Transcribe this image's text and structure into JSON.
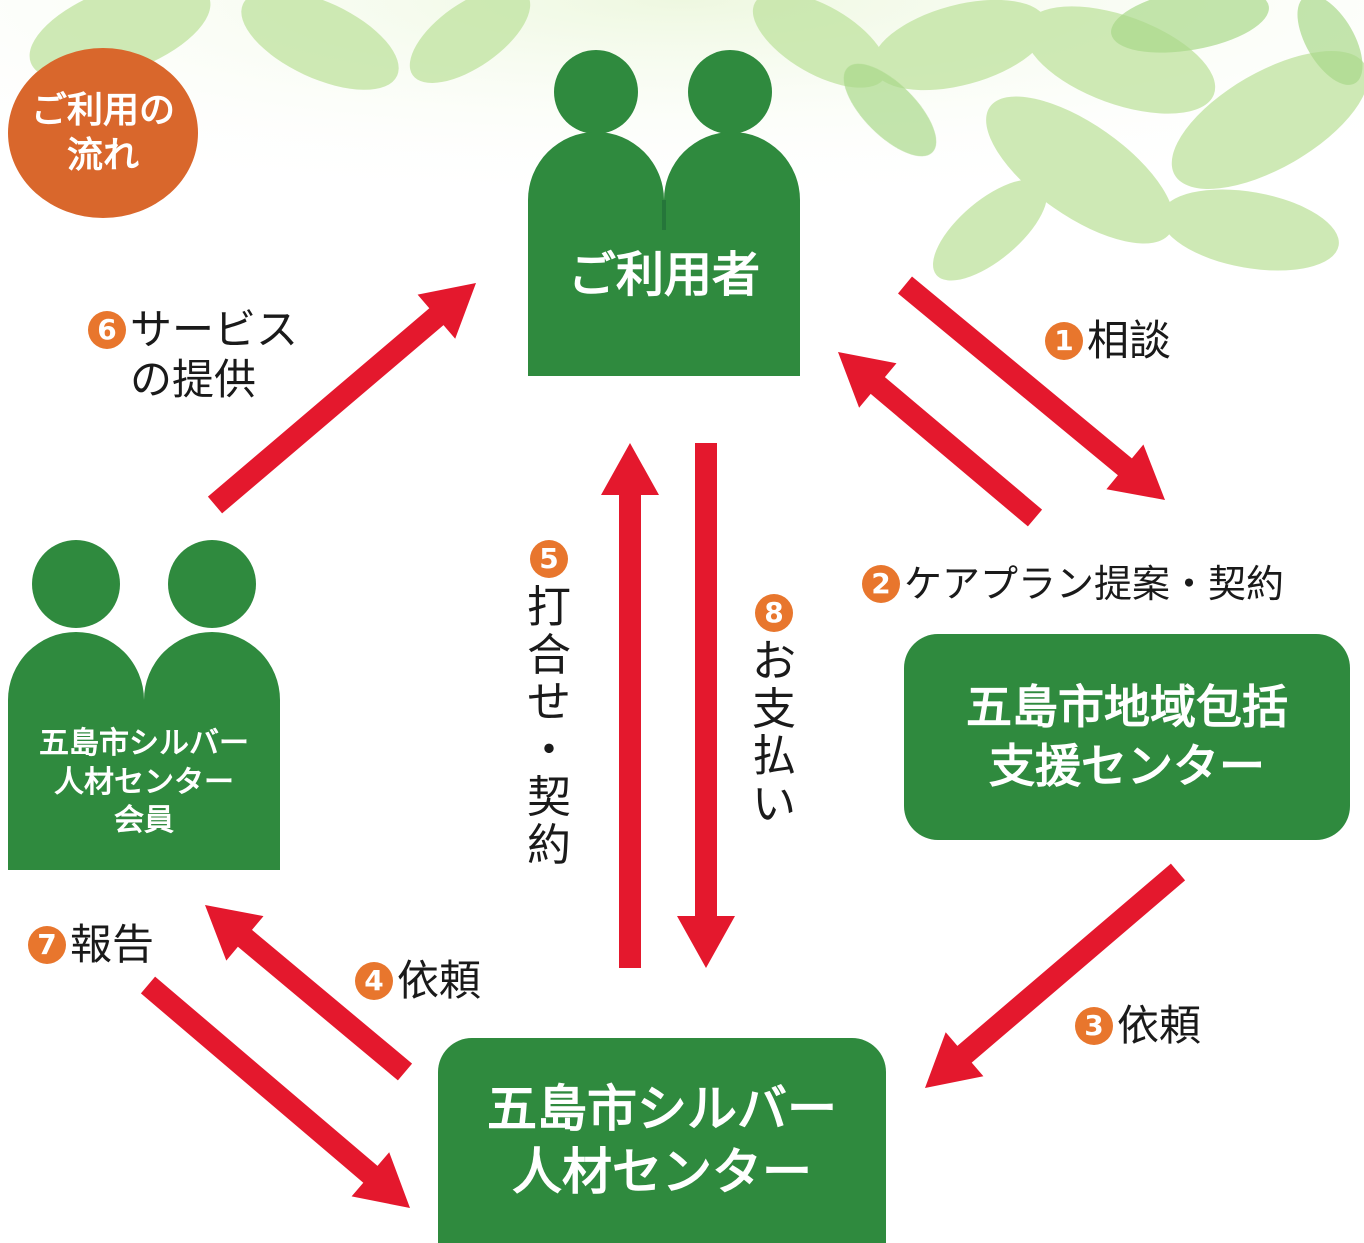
{
  "colors": {
    "green": "#2f8a3e",
    "arrow_red": "#e4182d",
    "badge_orange": "#e8762d",
    "leaf_light": "#c6e6a8"
  },
  "badge": {
    "text": "ご利用の\n流れ"
  },
  "nodes": {
    "user": {
      "label": "ご利用者"
    },
    "member": {
      "label": "五島市シルバー\n人材センター\n会員"
    },
    "support_center": {
      "label": "五島市地域包括\n支援センター"
    },
    "silver_center": {
      "label": "五島市シルバー\n人材センター"
    }
  },
  "steps": [
    {
      "num": "1",
      "text": "相談"
    },
    {
      "num": "2",
      "text": "ケアプラン提案・契約"
    },
    {
      "num": "3",
      "text": "依頼"
    },
    {
      "num": "4",
      "text": "依頼"
    },
    {
      "num": "5",
      "text": "打合せ・契約"
    },
    {
      "num": "6",
      "text": "サービス\nの提供"
    },
    {
      "num": "7",
      "text": "報告"
    },
    {
      "num": "8",
      "text": "お支払い"
    }
  ]
}
